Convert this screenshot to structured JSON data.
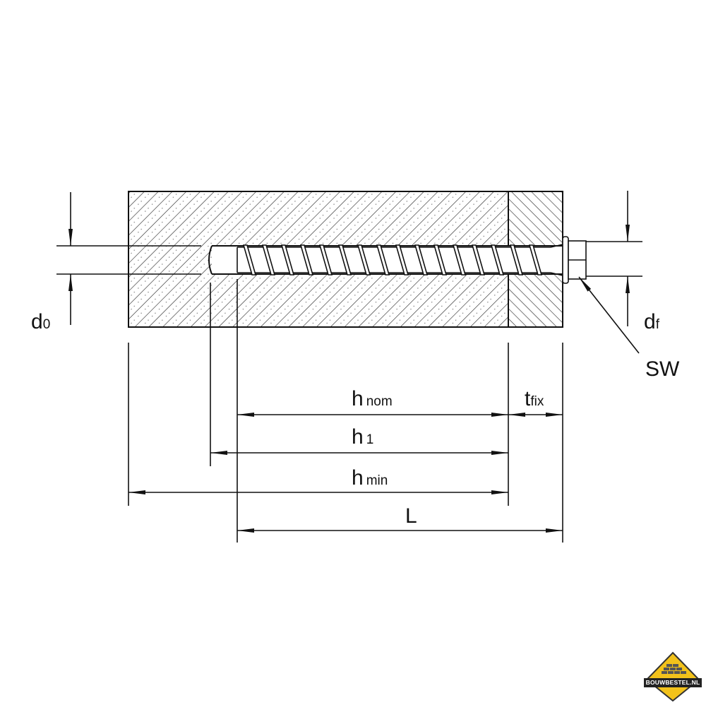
{
  "labels": {
    "d0": {
      "main": "d",
      "sub": "0"
    },
    "df": {
      "main": "d",
      "sub": "f"
    },
    "sw": "SW",
    "hnom": {
      "main": "h",
      "sub": "nom"
    },
    "tfix": {
      "main": "t",
      "sub": "fix"
    },
    "h1": {
      "main": "h",
      "sub": "1"
    },
    "hmin": {
      "main": "h",
      "sub": "min"
    },
    "L": "L"
  },
  "watermark": "BOUWBESTEL.NL",
  "colors": {
    "line": "#111111",
    "logo_yellow": "#f2c21b"
  }
}
